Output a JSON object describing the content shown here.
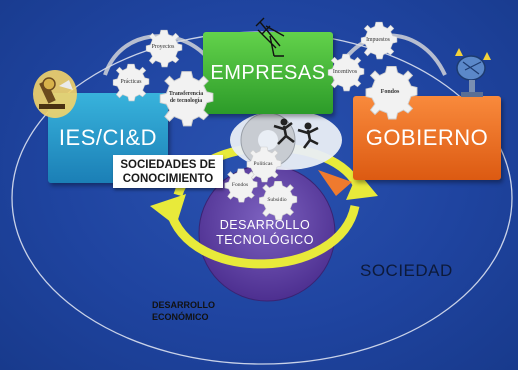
{
  "labels": {
    "ies": "IES/CI&D",
    "empresas": "EMPRESAS",
    "gobierno": "GOBIERNO",
    "sociedades_line1": "SOCIEDADES DE",
    "sociedades_line2": "CONOCIMIENTO",
    "desarrollo_tec_line1": "DESARROLLO",
    "desarrollo_tec_line2": "TECNOLÓGICO",
    "sociedad": "SOCIEDAD",
    "desarrollo_eco_line1": "DESARROLLO",
    "desarrollo_eco_line2": "ECONÓMICO"
  },
  "gears": {
    "proyectos": "Proyectos",
    "practicas": "Prácticas",
    "transferencia_line1": "Transferencia",
    "transferencia_line2": "de tecnología",
    "impuestos": "Impuestos",
    "incentivos": "Incentivos",
    "fondos_gob": "Fondos",
    "politicas": "Políticas",
    "fondos_center": "Fondos",
    "subsidio": "Subsidio"
  },
  "colors": {
    "background": "#1f44a0",
    "ies": "#2a9bd0",
    "empresas": "#4cc03a",
    "gobierno": "#f07328",
    "desarrollo_tecnologico": "#6a4ba8",
    "arrows": "#e8ea3a",
    "ellipse_outline": "#c9d2e8"
  },
  "icons": [
    "scientist-microscope-icon",
    "satellite-antenna-icon",
    "satellite-dish-icon",
    "business-people-running-icon"
  ]
}
